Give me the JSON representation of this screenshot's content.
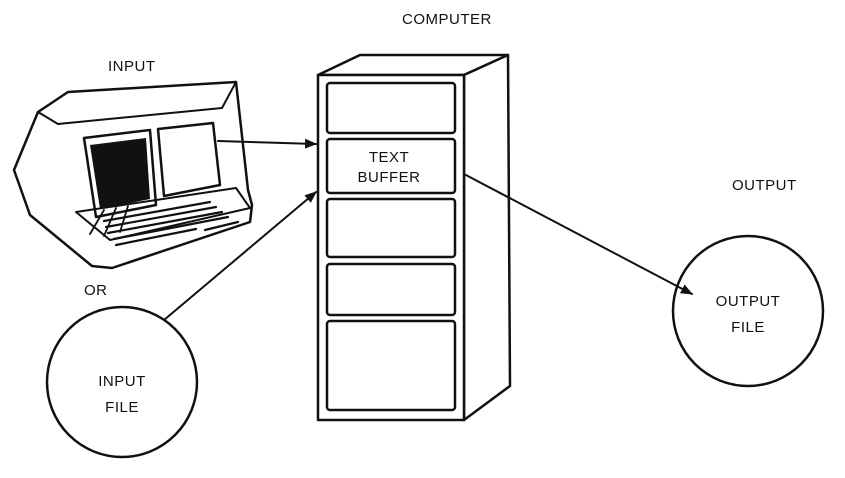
{
  "diagram": {
    "labels": {
      "computer": "COMPUTER",
      "input": "INPUT",
      "output": "OUTPUT",
      "or": "OR",
      "text_buffer_line1": "TEXT",
      "text_buffer_line2": "BUFFER",
      "input_file_line1": "INPUT",
      "input_file_line2": "FILE",
      "output_file_line1": "OUTPUT",
      "output_file_line2": "FILE"
    },
    "icons": {
      "terminal": "computer-terminal-icon",
      "cabinet": "computer-cabinet-icon"
    },
    "colors": {
      "ink": "#111111",
      "paper": "#ffffff"
    }
  }
}
